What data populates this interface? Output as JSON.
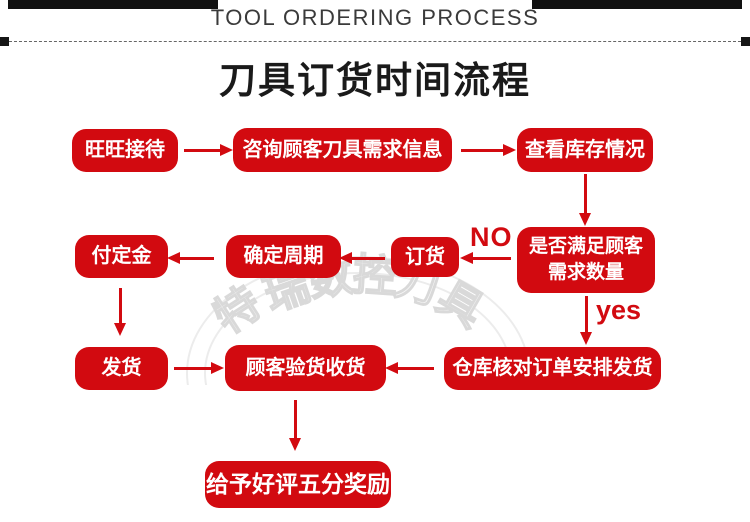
{
  "colors": {
    "accent": "#d20a10",
    "bar": "#111111",
    "watermark_line": "#ececec"
  },
  "header": {
    "eyebrow": "TOOL ORDERING PROCESS",
    "title": "刀具订货时间流程"
  },
  "flow": {
    "nodes": {
      "reception": "旺旺接待",
      "consult": "咨询顾客刀具需求信息",
      "check_stock": "查看库存情况",
      "meet_demand": "是否满足顾客需求数量",
      "order": "订货",
      "confirm_cycle": "确定周期",
      "deposit": "付定金",
      "ship": "发货",
      "inspect": "顾客验货收货",
      "warehouse": "仓库核对订单安排发货",
      "praise": "给予好评五分奖励"
    },
    "edge_labels": {
      "no": "NO",
      "yes": "yes"
    },
    "watermark": "特瑞数控刀具"
  }
}
